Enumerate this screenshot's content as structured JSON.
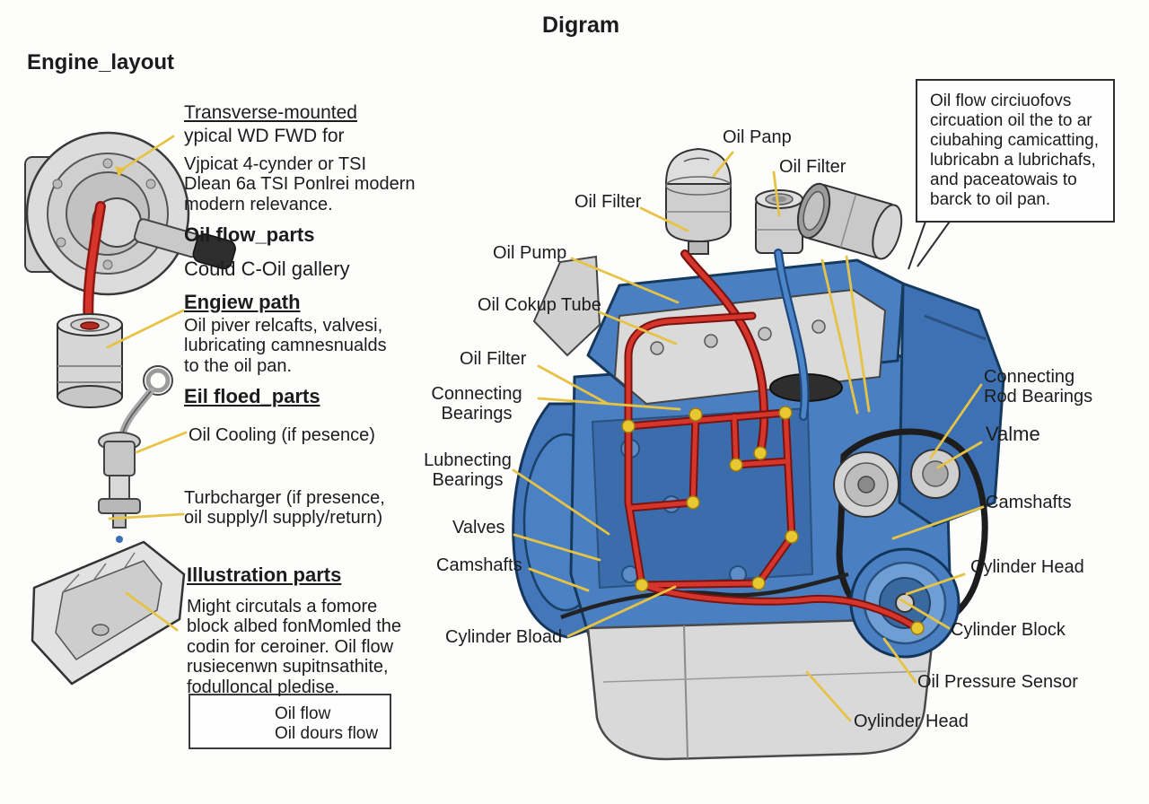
{
  "title": "Digram",
  "left_panel": {
    "heading": "Engine_layout",
    "blocks": [
      {
        "text": "Transverse-mounted"
      },
      {
        "text": "ypical WD FWD for"
      },
      {
        "text": "Vjpicat 4-cynder or TSI\nDlean 6a TSI Ponlrei modern\nmodern relevance."
      },
      {
        "text": "Oil flow_parts"
      },
      {
        "text": "Could C-Oil gallery"
      },
      {
        "text": "Engiew path"
      },
      {
        "text": "Oil piver relcafts, valvesi,\nlubricating camnesnualds\nto the oil pan."
      },
      {
        "text": "Eil floed_parts"
      },
      {
        "text": "Oil Cooling (if pesence)"
      },
      {
        "text": "Turbcharger (if presence,\noil supply/l supply/return)"
      },
      {
        "text": "Illustration parts"
      },
      {
        "text": "Might circutals a fomore\nblock albed fonMomled the\ncodin for ceroiner. Oil flow\nrusiecenwn supitnsathite,\nfodulloncal pledise."
      }
    ]
  },
  "legend": {
    "items": [
      {
        "label": "Oil flow"
      },
      {
        "label": "Oil dours flow"
      }
    ],
    "flow_color": "#3879c0",
    "return_color": "#c9241d"
  },
  "callout_box": {
    "text": "Oil flow circiuofovs\ncircuation oil the to ar\nciubahing camicatting,\nlubricabn a lubrichafs,\nand paceatowais to\nbarck to oil pan."
  },
  "diagram": {
    "labels": {
      "oil_panp": "Oil Panp",
      "oil_filter_top": "Oil Filter",
      "oil_filter_left": "Oil Filter",
      "oil_pump": "Oil Pump",
      "oil_cokup_tube": "Oil Cokup Tube",
      "oil_filter_mid": "Oil Filter",
      "connecting_bearings": "Connecting\nBearings",
      "lubnecting_bearings": "Lubnecting\nBearings",
      "valves": "Valves",
      "camshafts_left": "Camshafts",
      "cylinder_bload": "Cylinder Bload",
      "connecting_rod_bearings": "Connecting\nRod Bearings",
      "valme": "Valme",
      "camshafts_right": "Camshafts",
      "cylinder_head": "Cylinder Head",
      "cylinder_block": "Cylinder Block",
      "oil_pressure_sensor": "Oil Pressure Sensor",
      "oylinder_head": "Oylinder Head"
    },
    "colors": {
      "engine_blue": "#4a7fc2",
      "oil_line_red": "#d6352b",
      "leader_yellow": "#e7c345",
      "metal_gray": "#d6d6d6"
    }
  }
}
